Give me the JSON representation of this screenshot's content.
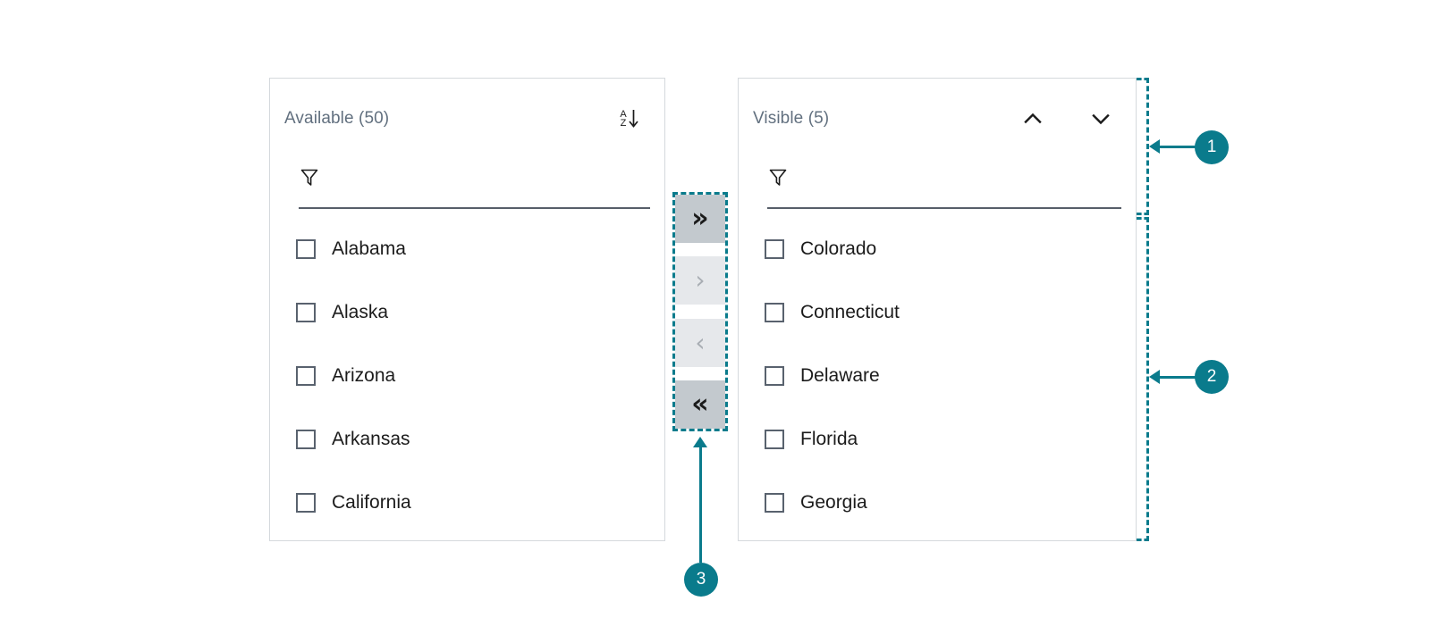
{
  "panels": {
    "available": {
      "title": "Available (50)",
      "sort_icon": "sort-az-descending-icon",
      "sort_letter_top": "A",
      "sort_letter_bottom": "Z",
      "filter": {
        "value": "",
        "placeholder": "",
        "icon": "filter-funnel-icon"
      },
      "items": [
        {
          "label": "Alabama",
          "checked": false
        },
        {
          "label": "Alaska",
          "checked": false
        },
        {
          "label": "Arizona",
          "checked": false
        },
        {
          "label": "Arkansas",
          "checked": false
        },
        {
          "label": "California",
          "checked": false
        }
      ]
    },
    "visible": {
      "title": "Visible (5)",
      "move_up_icon": "chevron-up-icon",
      "move_down_icon": "chevron-down-icon",
      "filter": {
        "value": "",
        "placeholder": "",
        "icon": "filter-funnel-icon"
      },
      "items": [
        {
          "label": "Colorado",
          "checked": false
        },
        {
          "label": "Connecticut",
          "checked": false
        },
        {
          "label": "Delaware",
          "checked": false
        },
        {
          "label": "Florida",
          "checked": false
        },
        {
          "label": "Georgia",
          "checked": false
        }
      ]
    }
  },
  "transfer": {
    "buttons": [
      {
        "name": "move-all-right-button",
        "glyph": "»",
        "state": "enabled"
      },
      {
        "name": "move-selected-right-button",
        "glyph": "›",
        "state": "disabled"
      },
      {
        "name": "move-selected-left-button",
        "glyph": "‹",
        "state": "disabled"
      },
      {
        "name": "move-all-left-button",
        "glyph": "«",
        "state": "enabled"
      }
    ]
  },
  "annotations": {
    "accent_color": "#0a7b8c",
    "callouts": [
      {
        "number": "1"
      },
      {
        "number": "2"
      },
      {
        "number": "3"
      }
    ]
  }
}
